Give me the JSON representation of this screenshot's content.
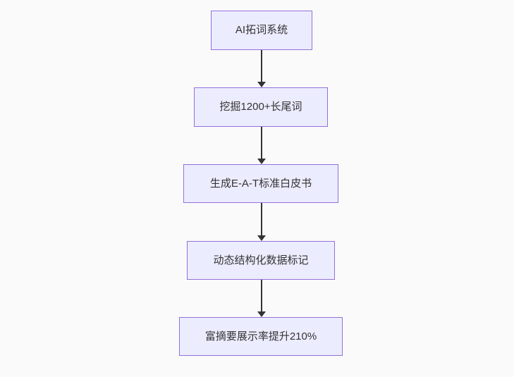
{
  "diagram": {
    "type": "flowchart",
    "direction": "top-down",
    "nodes": [
      {
        "id": "n1",
        "label": "AI拓词系统"
      },
      {
        "id": "n2",
        "label": "挖掘1200+长尾词"
      },
      {
        "id": "n3",
        "label": "生成E-A-T标准白皮书"
      },
      {
        "id": "n4",
        "label": "动态结构化数据标记"
      },
      {
        "id": "n5",
        "label": "富摘要展示率提升210%"
      }
    ],
    "edges": [
      {
        "from": "n1",
        "to": "n2",
        "style": "arrow-down"
      },
      {
        "from": "n2",
        "to": "n3",
        "style": "arrow-down"
      },
      {
        "from": "n3",
        "to": "n4",
        "style": "arrow-down"
      },
      {
        "from": "n4",
        "to": "n5",
        "style": "arrow-down"
      }
    ],
    "colors": {
      "background": "#fafafa",
      "node_fill": "#ECECFF",
      "node_border": "#9370DB",
      "text": "#333333",
      "arrow": "#333333"
    }
  }
}
